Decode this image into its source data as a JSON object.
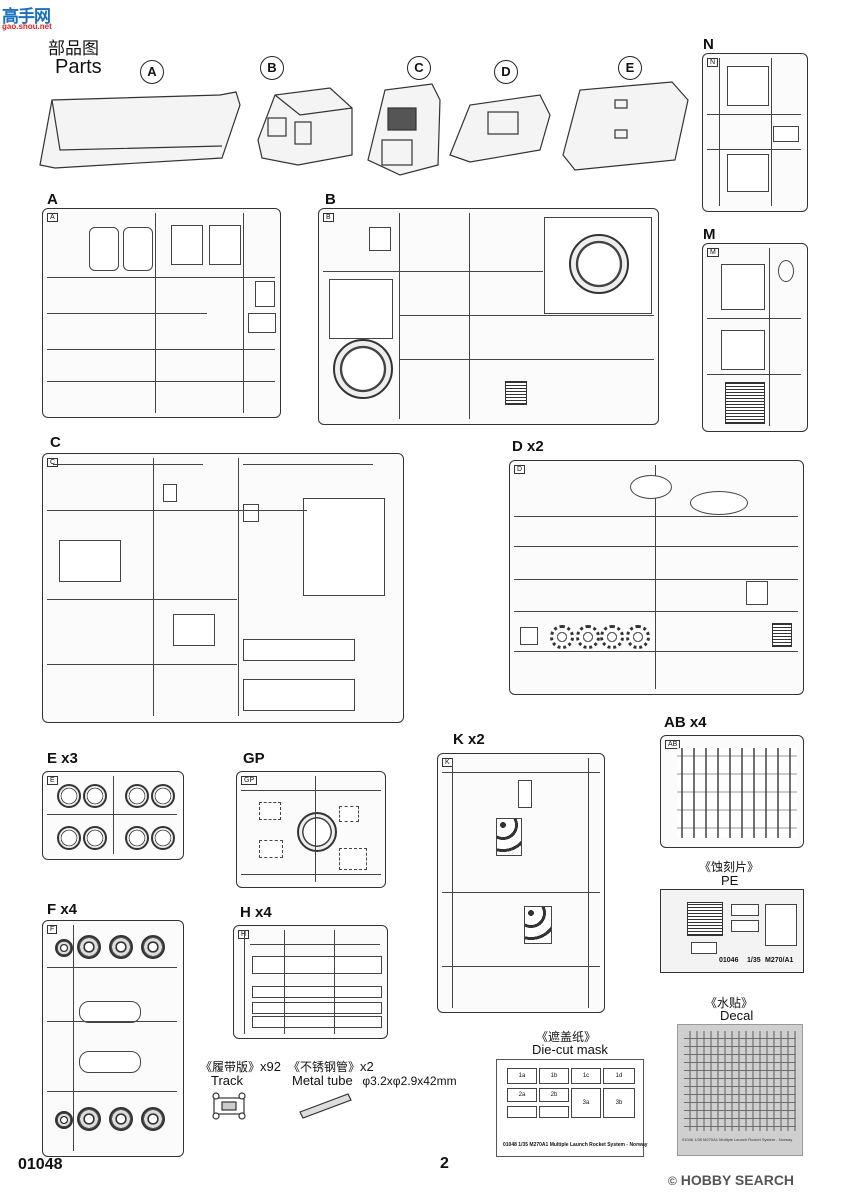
{
  "header": {
    "watermark_top": "高手网",
    "watermark_url": "gao.shou.net",
    "title_cn": "部品图",
    "title_en": "Parts"
  },
  "assembly_preview": {
    "labels": [
      "A",
      "B",
      "C",
      "D",
      "E"
    ]
  },
  "sprues": {
    "N": "N",
    "M": "M",
    "A": "A",
    "B": "B",
    "C": "C",
    "D": "D x2",
    "E": "E x3",
    "GP": "GP",
    "K": "K x2",
    "AB": "AB x4",
    "F": "F x4",
    "H": "H x4"
  },
  "sprue_tags": {
    "N": "N",
    "M": "M",
    "A": "A",
    "B": "B",
    "C": "C",
    "D": "D",
    "E": "E",
    "GP": "GP",
    "K": "K",
    "AB": "AB",
    "F": "F",
    "H": "H"
  },
  "pe": {
    "title_cn": "《蚀刻片》",
    "title_en": "PE",
    "code": "01046",
    "scale": "1/35",
    "model": "M270/A1"
  },
  "decal": {
    "title_cn": "《水贴》",
    "title_en": "Decal",
    "caption": "01046 1/35 M270A1 Multiple Launch Rocket System - Norway"
  },
  "mask": {
    "title_cn": "《遮盖纸》",
    "title_en": "Die-cut mask",
    "caption": "01048 1/35 M270A1 Multiple Launch Rocket System - Norway",
    "cells": [
      "1a",
      "1b",
      "1c",
      "1d",
      "2a",
      "2b",
      "3a",
      "3b"
    ]
  },
  "track": {
    "title_cn": "《履带版》",
    "qty": "x92",
    "title_en": "Track"
  },
  "tube": {
    "title_cn": "《不锈钢管》",
    "qty": "x2",
    "title_en": "Metal tube",
    "size": "φ3.2xφ2.9x42mm"
  },
  "footer": {
    "code": "01048",
    "page": "2",
    "brand": "HOBBY SEARCH",
    "copyright": "©"
  }
}
